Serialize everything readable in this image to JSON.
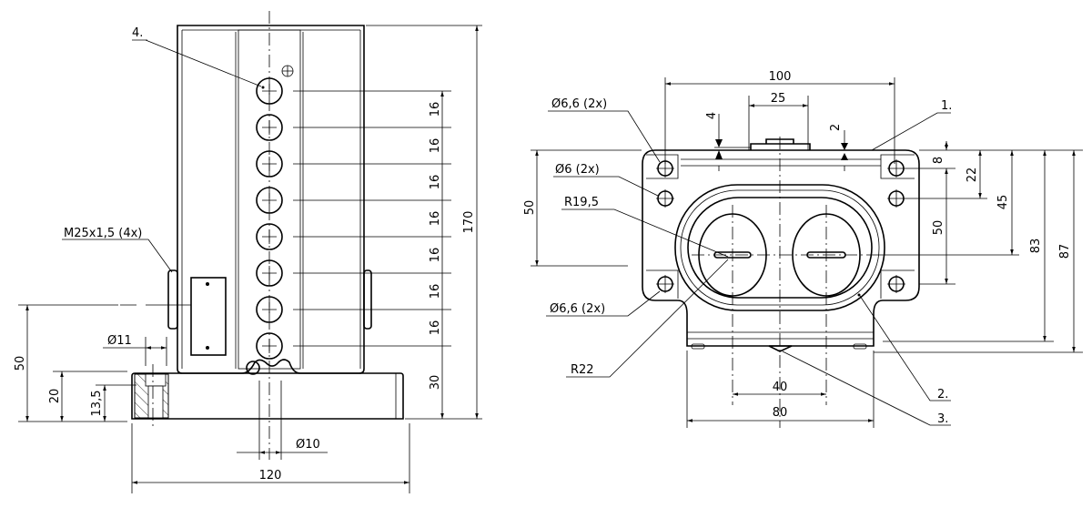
{
  "side_view": {
    "balloon_4": "4.",
    "thread_label": "M25x1,5 (4x)",
    "pitch_labels": [
      "16",
      "16",
      "16",
      "16",
      "16",
      "16",
      "16"
    ],
    "dim_30": "30",
    "dim_170": "170",
    "dim_50": "50",
    "dim_20": "20",
    "dim_13_5": "13,5",
    "dim_d11": "Ø11",
    "dim_d10": "Ø10",
    "dim_120": "120"
  },
  "top_view": {
    "dim_100": "100",
    "dim_25": "25",
    "dim_4": "4",
    "dim_2": "2",
    "hole_66_top": "Ø6,6 (2x)",
    "hole_6": "Ø6 (2x)",
    "radius_195": "R19,5",
    "hole_66_bottom": "Ø6,6  (2x)",
    "radius_22": "R22",
    "dim_50_left": "50",
    "dim_8": "8",
    "dim_22": "22",
    "dim_45": "45",
    "dim_50_right": "50",
    "dim_83": "83",
    "dim_87": "87",
    "dim_40": "40",
    "dim_80": "80",
    "balloon_1": "1.",
    "balloon_2": "2.",
    "balloon_3": "3."
  }
}
